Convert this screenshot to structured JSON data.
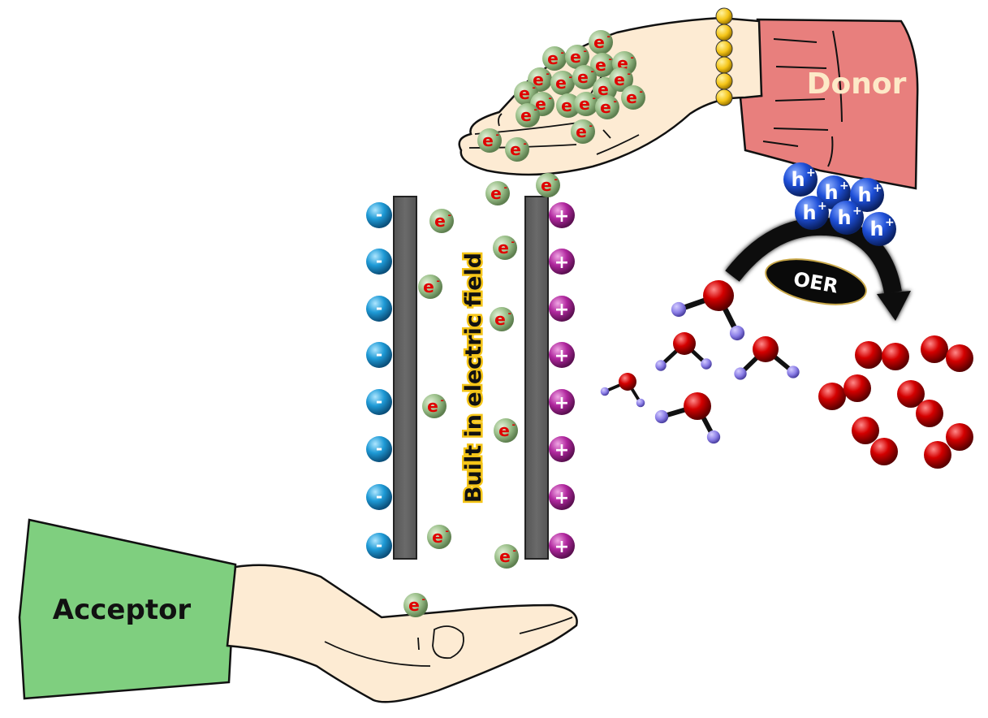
{
  "labels": {
    "donor": "Donor",
    "acceptor": "Acceptor",
    "field": "Built in electric field",
    "oer": "OER",
    "electron": "e",
    "electron_sup": "-",
    "hole": "h",
    "hole_sup": "+",
    "neg_charge": "-",
    "pos_charge": "+"
  },
  "colors": {
    "donor_sleeve": "#e87f7d",
    "donor_text": "#fde9c7",
    "acceptor_sleeve": "#7fcf7f",
    "skin": "#fdebd3",
    "bracelet": "#f5c518",
    "electron_ball": "#9bc08a",
    "electron_text": "#e00000",
    "hole_ball": "#1e4fd8",
    "neg_ion": "#1e9ad6",
    "pos_ion": "#b0279e",
    "plate": "#666666",
    "oxygen": "#cc0000",
    "hydrogen": "#8a7de6",
    "field_text_outline": "#f5c518"
  },
  "counts": {
    "negative_ions": 8,
    "positive_ions": 8,
    "holes": 6,
    "water_molecules": 5,
    "oxygen_molecules": 6
  }
}
